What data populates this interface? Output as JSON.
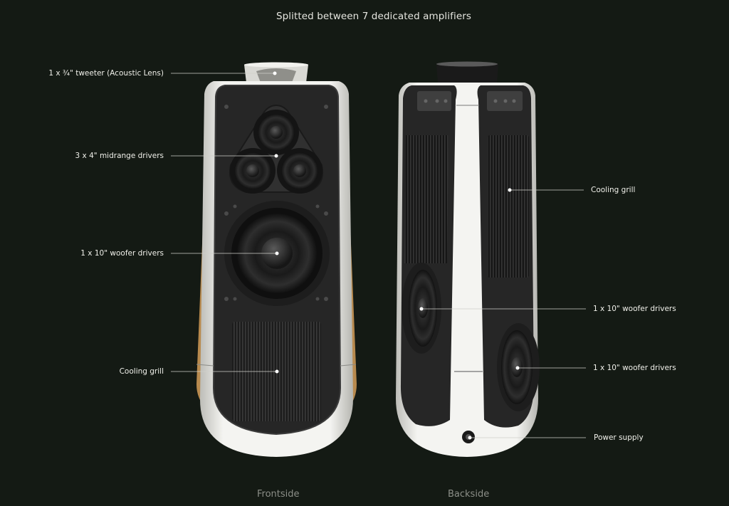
{
  "title": "Splitted between 7 dedicated amplifiers",
  "front": {
    "caption": "Frontside",
    "labels": [
      {
        "id": "tweeter",
        "text": "1 x ¾\" tweeter (Acoustic Lens)"
      },
      {
        "id": "midrange",
        "text": "3 x 4\" midrange drivers"
      },
      {
        "id": "woofer",
        "text": "1 x 10\" woofer drivers"
      },
      {
        "id": "cooling",
        "text": "Cooling grill"
      }
    ]
  },
  "back": {
    "caption": "Backside",
    "labels": [
      {
        "id": "cooling",
        "text": "Cooling grill"
      },
      {
        "id": "woofer-upper",
        "text": "1 x 10\" woofer drivers"
      },
      {
        "id": "woofer-lower",
        "text": "1 x 10\" woofer drivers"
      },
      {
        "id": "power",
        "text": "Power supply"
      }
    ]
  },
  "colors": {
    "background": "#141a14",
    "shell": "#e9e9e6",
    "baffle": "#262626",
    "wood": "#b88a4e",
    "callout": "#cfcfca"
  }
}
